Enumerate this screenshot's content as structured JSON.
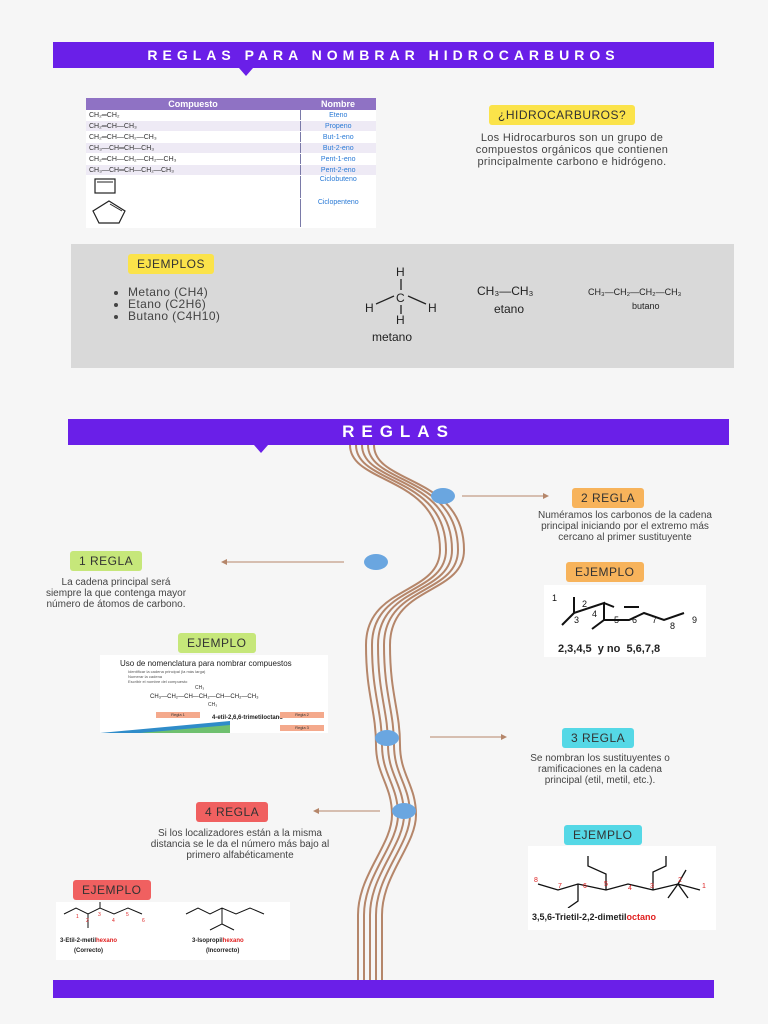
{
  "header": {
    "title": "REGLAS PARA NOMBRAR HIDROCARBUROS"
  },
  "table": {
    "headers": [
      "Compuesto",
      "Nombre"
    ],
    "rows": [
      {
        "formula": "CH₂═CH₂",
        "name": "Eteno"
      },
      {
        "formula": "CH₂═CH—CH₃",
        "name": "Propeno"
      },
      {
        "formula": "CH₂═CH—CH₂—CH₃",
        "name": "But-1-eno"
      },
      {
        "formula": "CH₃—CH═CH—CH₃",
        "name": "But-2-eno"
      },
      {
        "formula": "CH₂═CH—CH₂—CH₂—CH₃",
        "name": "Pent-1-eno"
      },
      {
        "formula": "CH₃—CH═CH—CH₂—CH₃",
        "name": "Pent-2-eno"
      },
      {
        "formula": "",
        "name": "Ciclobuteno"
      },
      {
        "formula": "",
        "name": "Ciclopenteno"
      }
    ]
  },
  "intro": {
    "tag": "¿HIDROCARBUROS?",
    "text": "Los Hidrocarburos son un grupo de compuestos orgánicos que contienen principalmente carbono e hidrógeno."
  },
  "examples": {
    "tag": "EJEMPLOS",
    "items": [
      "Metano (CH4)",
      "Etano (C2H6)",
      "Butano (C4H10)"
    ],
    "metano_label": "metano",
    "etano_formula": "CH₃—CH₃",
    "etano_label": "etano",
    "butano_formula": "CH₃—CH₂—CH₂—CH₃",
    "butano_label": "butano",
    "atom_h": "H",
    "atom_c": "C"
  },
  "rules_header": {
    "title": "REGLAS"
  },
  "rule1": {
    "tag": "1 REGLA",
    "text": "La cadena principal será siempre la que contenga mayor número de átomos de carbono.",
    "example_tag": "EJEMPLO",
    "card_title": "Uso de nomenclatura para nombrar compuestos",
    "card_steps": [
      "Identificar la cadena principal (la más larga)",
      "Numerar la cadena",
      "Escribir el nombre del compuesto"
    ],
    "card_name": "4-etil-2,6,6-trimetiloctano",
    "card_ch3": "CH₃",
    "card_chain": "CH₃—CH₂—CH—CH₂—CH—CH₂—CH₃",
    "card_labels": [
      "Regla 1",
      "Regla 2",
      "Regla 3"
    ]
  },
  "rule2": {
    "tag": "2 REGLA",
    "text": "Numéramos los carbonos de la cadena principal iniciando por el extremo más cercano al primer sustituyente",
    "example_tag": "EJEMPLO",
    "numbers": [
      "1",
      "2",
      "3",
      "4",
      "5",
      "6",
      "7",
      "8",
      "9"
    ],
    "caption": "2,3,4,5  y no  5,6,7,8"
  },
  "rule3": {
    "tag": "3 REGLA",
    "text": "Se nombran los sustituyentes o ramificaciones en la cadena principal (etil, metil, etc.).",
    "example_tag": "EJEMPLO",
    "numbers": [
      "8",
      "7",
      "6",
      "5",
      "4",
      "3",
      "2",
      "1"
    ],
    "caption_prefix": "3,5,6-Trietil-2,2-dimetil",
    "caption_suffix": "octano"
  },
  "rule4": {
    "tag": "4 REGLA",
    "text": "Si los localizadores están a la misma distancia se le da el número más bajo al primero alfabéticamente",
    "example_tag": "EJEMPLO",
    "correct_prefix": "3-Etil-2-metil",
    "correct_suffix": "hexano",
    "correct_note": "(Correcto)",
    "incorrect_prefix": "3-Isopropil",
    "incorrect_suffix": "hexano",
    "incorrect_note": "(Incorrecto)",
    "numbers": [
      "1",
      "2",
      "3",
      "4",
      "5",
      "6"
    ]
  },
  "colors": {
    "banner": "#6a1fe8",
    "yellow_tag": "#fbe34a",
    "green_tag": "#c6e77a",
    "orange_tag": "#f7b35b",
    "cyan_tag": "#55d8e6",
    "red_tag": "#f06060",
    "river": "#b5866a",
    "node": "#6aa6e0"
  }
}
